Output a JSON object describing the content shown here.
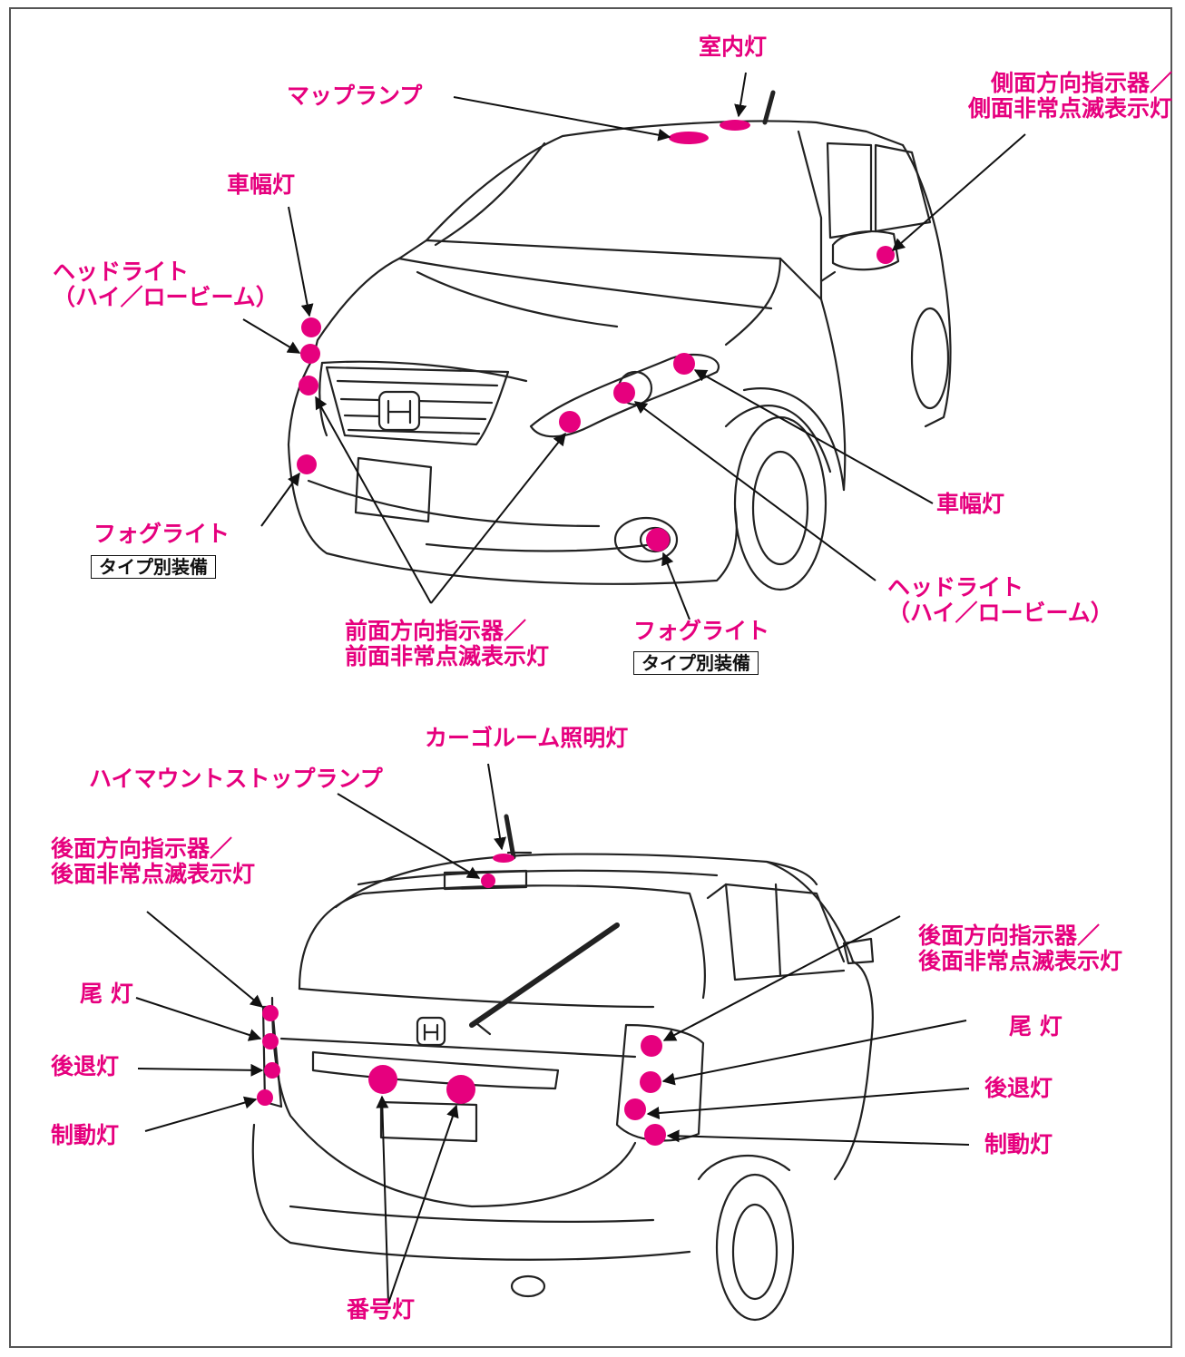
{
  "colors": {
    "accent": "#e6007e",
    "line": "#222222",
    "arrow": "#111111"
  },
  "front": {
    "interior_light": "室内灯",
    "map_lamp": "マップランプ",
    "side_turn_signal": [
      "側面方向指示器／",
      "側面非常点滅表示灯"
    ],
    "clearance_light_left": "車幅灯",
    "headlight_left": [
      "ヘッドライト",
      "（ハイ／ロービーム）"
    ],
    "fog_light_left": "フォグライト",
    "fog_light_left_badge": "タイプ別装備",
    "front_turn_signal": [
      "前面方向指示器／",
      "前面非常点滅表示灯"
    ],
    "fog_light_right": "フォグライト",
    "fog_light_right_badge": "タイプ別装備",
    "clearance_light_right": "車幅灯",
    "headlight_right": [
      "ヘッドライト",
      "（ハイ／ロービーム）"
    ]
  },
  "rear": {
    "cargo_room_light": "カーゴルーム照明灯",
    "high_mount_stop_lamp": "ハイマウントストップランプ",
    "rear_turn_signal_left": [
      "後面方向指示器／",
      "後面非常点滅表示灯"
    ],
    "tail_light_left": "尾 灯",
    "backup_light_left": "後退灯",
    "brake_light_left": "制動灯",
    "rear_turn_signal_right": [
      "後面方向指示器／",
      "後面非常点滅表示灯"
    ],
    "tail_light_right": "尾 灯",
    "backup_light_right": "後退灯",
    "brake_light_right": "制動灯",
    "license_plate_light": "番号灯"
  }
}
